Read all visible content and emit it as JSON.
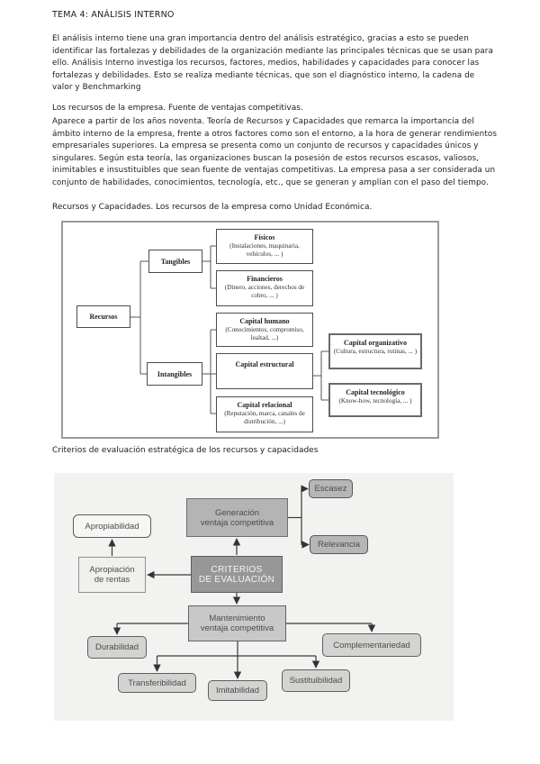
{
  "document": {
    "title": "TEMA 4: ANÁLISIS INTERNO",
    "intro_lines": [
      "El análisis interno tiene una gran importancia dentro del análisis estratégico, gracias a esto se pueden",
      "identificar las fortalezas y debilidades de la organización mediante las principales técnicas que se usan para",
      "ello. Análisis Interno investiga los recursos, factores, medios, habilidades y capacidades para conocer las",
      "fortalezas y debilidades. Esto se realiza mediante técnicas, que son el diagnóstico interno, la cadena de",
      "valor y Benchmarking"
    ],
    "heading_recursos_empresa": "Los recursos de la empresa. Fuente de ventajas competitivas.",
    "recursos_lines": [
      "Aparece a partir de los años noventa. Teoría de Recursos y Capacidades que remarca la importancia del",
      "ámbito interno de la empresa, frente a otros factores como son el entorno, a la hora de generar rendimientos",
      "empresariales superiores. La empresa se presenta como un conjunto de recursos y capacidades únicos y",
      "singulares. Según esta teoría, las organizaciones buscan la posesión de estos recursos escasos, valiosos,",
      "inimitables e insustituibles que sean fuente de ventajas competitivas. La empresa pasa a ser considerada un",
      "conjunto de habilidades, conocimientos, tecnología, etc., que se generan y amplían con el paso del tiempo."
    ],
    "heading_unidad_economica": "Recursos y Capacidades. Los recursos de la empresa como Unidad Económica.",
    "heading_criterios": "Criterios de evaluación estratégica de los recursos y capacidades"
  },
  "resources_diagram": {
    "recursos": {
      "label": "Recursos"
    },
    "tangibles": {
      "label": "Tangibles"
    },
    "intangibles": {
      "label": "Intangibles"
    },
    "fisicos": {
      "label": "Físicos",
      "detail": "(Instalaciones, maquinaria, vehículos, ... )"
    },
    "financieros": {
      "label": "Financieros",
      "detail": "(Dinero, acciones, derechos de cobro, ... )"
    },
    "capital_humano": {
      "label": "Capital humano",
      "detail": "(Conocimientos, compromiso, lealtad, ...)"
    },
    "capital_estructural": {
      "label": "Capital estructural"
    },
    "capital_relacional": {
      "label": "Capital relacional",
      "detail": "(Reputación, marca, canales de distribución, ...)"
    },
    "capital_organizativo": {
      "label": "Capital organizativo",
      "detail": "(Cultura, estructura, rutinas, ... )"
    },
    "capital_tecnologico": {
      "label": "Capital tecnológico",
      "detail": "(Know-how, tecnología, ... )"
    }
  },
  "criteria_diagram": {
    "generacion": {
      "line1": "Generación",
      "line2": "ventaja competitiva"
    },
    "escasez": {
      "label": "Escasez"
    },
    "relevancia": {
      "label": "Relevancia"
    },
    "apropiabilidad": {
      "label": "Apropiabilidad"
    },
    "apropiacion_rentas": {
      "line1": "Apropiación",
      "line2": "de rentas"
    },
    "criterios": {
      "line1": "CRITERIOS",
      "line2": "DE EVALUACIÓN"
    },
    "mantenimiento": {
      "line1": "Mantenimiento",
      "line2": "ventaja competitiva"
    },
    "durabilidad": {
      "label": "Durabilidad"
    },
    "complementariedad": {
      "label": "Complementariedad"
    },
    "transferibilidad": {
      "label": "Transferibilidad"
    },
    "imitabilidad": {
      "label": "Imitabilidad"
    },
    "sustituibilidad": {
      "label": "Sustituibilidad"
    },
    "colors": {
      "scan_background": "#f2f3f0",
      "dark_box": "#979797",
      "medium_box": "#b5b5b5",
      "pale_box": "#c8c8c8",
      "light_box": "#d3d3d1",
      "white_box": "#f6f6f4",
      "arrow": "#333333"
    }
  }
}
